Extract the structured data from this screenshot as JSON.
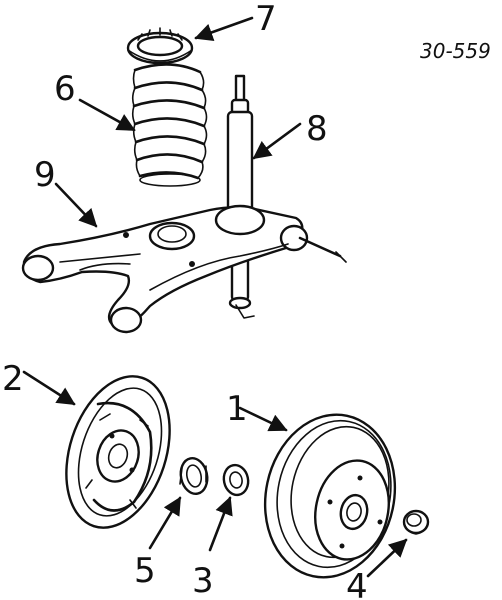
{
  "diagram": {
    "reference_code": "30-559",
    "callouts": {
      "c1": "1",
      "c2": "2",
      "c3": "3",
      "c4": "4",
      "c5": "5",
      "c6": "6",
      "c7": "7",
      "c8": "8",
      "c9": "9"
    },
    "colors": {
      "ink": "#111111",
      "paper": "#ffffff"
    }
  }
}
